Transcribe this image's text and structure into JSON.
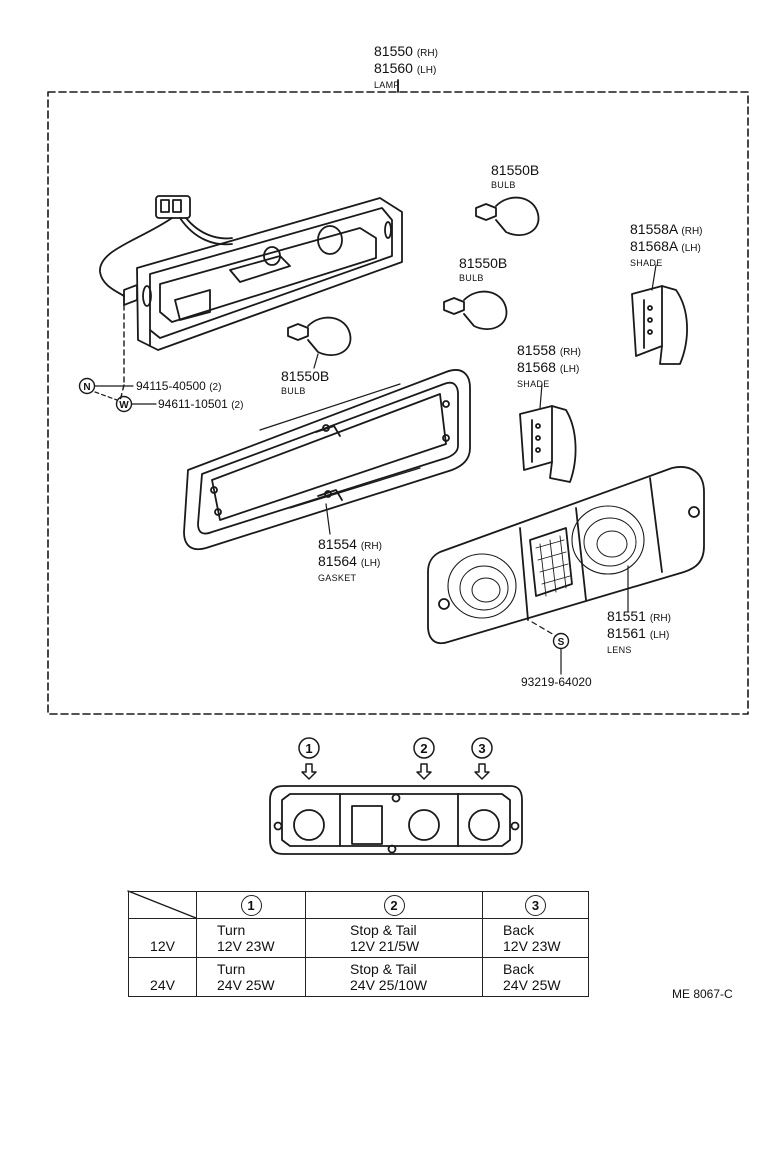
{
  "assembly": {
    "num_rh": "81550",
    "suf_rh": "(RH)",
    "num_lh": "81560",
    "suf_lh": "(LH)",
    "name": "LAMP"
  },
  "parts": {
    "bulb_top": {
      "num": "81550B",
      "name": "BULB"
    },
    "bulb_mid": {
      "num": "81550B",
      "name": "BULB"
    },
    "bulb_left": {
      "num": "81550B",
      "name": "BULB"
    },
    "shade_a": {
      "num_rh": "81558A",
      "suf_rh": "(RH)",
      "num_lh": "81568A",
      "suf_lh": "(LH)",
      "name": "SHADE"
    },
    "shade": {
      "num_rh": "81558",
      "suf_rh": "(RH)",
      "num_lh": "81568",
      "suf_lh": "(LH)",
      "name": "SHADE"
    },
    "gasket": {
      "num_rh": "81554",
      "suf_rh": "(RH)",
      "num_lh": "81564",
      "suf_lh": "(LH)",
      "name": "GASKET"
    },
    "lens": {
      "num_rh": "81551",
      "suf_rh": "(RH)",
      "num_lh": "81561",
      "suf_lh": "(LH)",
      "name": "LENS"
    },
    "nut": {
      "symbol": "N",
      "num": "94115-40500",
      "qty": "(2)"
    },
    "washer": {
      "symbol": "W",
      "num": "94611-10501",
      "qty": "(2)"
    },
    "screw": {
      "symbol": "S",
      "num": "93219-64020"
    }
  },
  "positions": [
    "1",
    "2",
    "3"
  ],
  "table": {
    "rows": [
      {
        "voltage": "12V",
        "cells": [
          {
            "name": "Turn",
            "spec": "12V 23W"
          },
          {
            "name": "Stop & Tail",
            "spec": "12V 21/5W"
          },
          {
            "name": "Back",
            "spec": "12V 23W"
          }
        ]
      },
      {
        "voltage": "24V",
        "cells": [
          {
            "name": "Turn",
            "spec": "24V 25W"
          },
          {
            "name": "Stop & Tail",
            "spec": "24V 25/10W"
          },
          {
            "name": "Back",
            "spec": "24V 25W"
          }
        ]
      }
    ]
  },
  "ref_code": "ME 8067-C"
}
